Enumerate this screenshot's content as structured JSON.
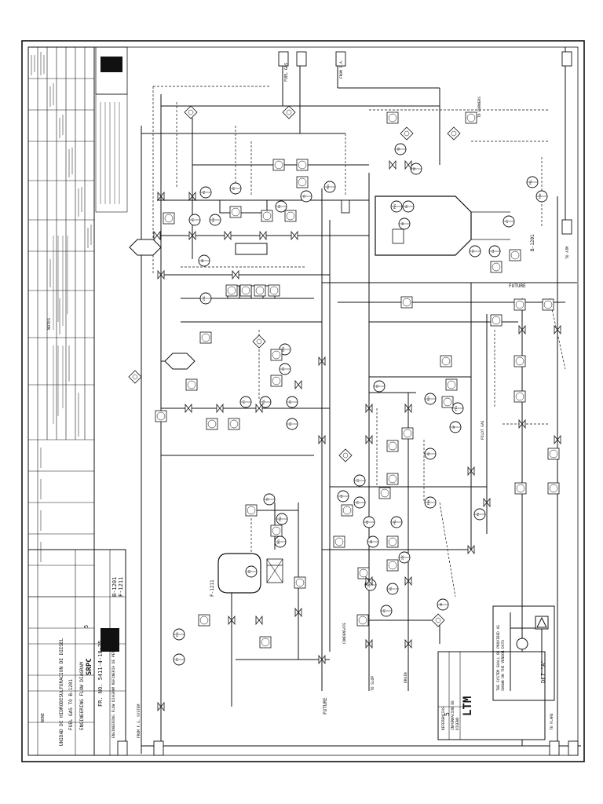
{
  "title_block": {
    "company": "SRPC",
    "drawing_no": "FR. NO. 5411-4-10-25",
    "title_1": "ENGINEERING FLOW DIAGRAM",
    "title_2": "FUEL GAS TO B-1201",
    "title_3": "UNIDAD DE HIDRODESULFURACION DE DIESEL",
    "equipment_1": "B-1201",
    "equipment_2": "F-1211",
    "rev": "5",
    "scale": "NONE",
    "project": "ENGINEERING FLOW DIAGRAM REFINERIA DE PETROLEO"
  },
  "legend_box": {
    "title": "LTM",
    "line_1": "REFERENCIAS",
    "line_2": "INFORMACION DE",
    "line_3": "DISENO",
    "rev": "5"
  },
  "detail": {
    "label": "DET \"A\"",
    "note_1": "THE SYSTEM SHALL BE PROVIDED AS",
    "note_2": "SHOWN ON THE VENDOR DATA"
  },
  "labels": {
    "future_1": "FUTURE",
    "future_2": "FUTURE",
    "fuel_gas": "FUEL GAS",
    "from_fg": "FROM F.G. SYSTEM",
    "to_atm": "TO ATM",
    "to_flare": "TO FLARE",
    "from_ia": "FROM I.A.",
    "to_burners": "TO BURNERS",
    "pilot_gas": "PILOT GAS",
    "heater": "B-1201",
    "knockout": "F-1211",
    "condensate": "CONDENSATE",
    "to_slop": "TO SLOP",
    "drain": "DRAIN"
  },
  "instruments": [
    "PI",
    "PT",
    "PIC",
    "FT",
    "FI",
    "TI",
    "PSV",
    "PCV",
    "FV",
    "XV",
    "TT",
    "LG",
    "LT",
    "PSH",
    "PSL",
    "TE",
    "FE",
    "HS",
    "ZSC",
    "ZSO"
  ],
  "notes_heading": "NOTES"
}
